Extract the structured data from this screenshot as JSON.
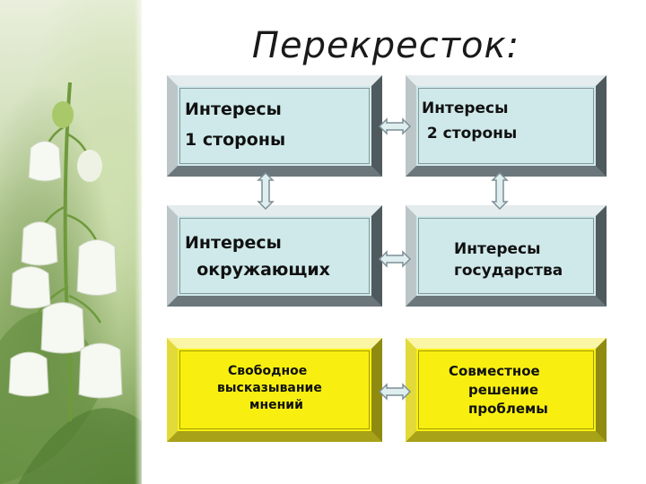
{
  "title": "Перекресток:",
  "boxes": {
    "self_interest": {
      "line1": "Интересы",
      "line2": "1 стороны"
    },
    "other_interest": {
      "line1": "Интересы",
      "line2": " 2 стороны"
    },
    "surroundings_interest": {
      "line1": "Интересы",
      "line2": "  окружающих"
    },
    "state_interest": {
      "line1": "Интересы",
      "line2": "государства"
    },
    "free_expression": {
      "line1": "Свободное",
      "line2": "высказывание",
      "line3": "мнений"
    },
    "joint_solution": {
      "line1": "Совместное",
      "line2": "решение",
      "line3": "проблемы"
    }
  },
  "colors": {
    "blue_box": "#cfe9ea",
    "yellow_box": "#f8ef10",
    "arrow_fill": "#dfeff0",
    "arrow_stroke": "#7d8f96"
  }
}
